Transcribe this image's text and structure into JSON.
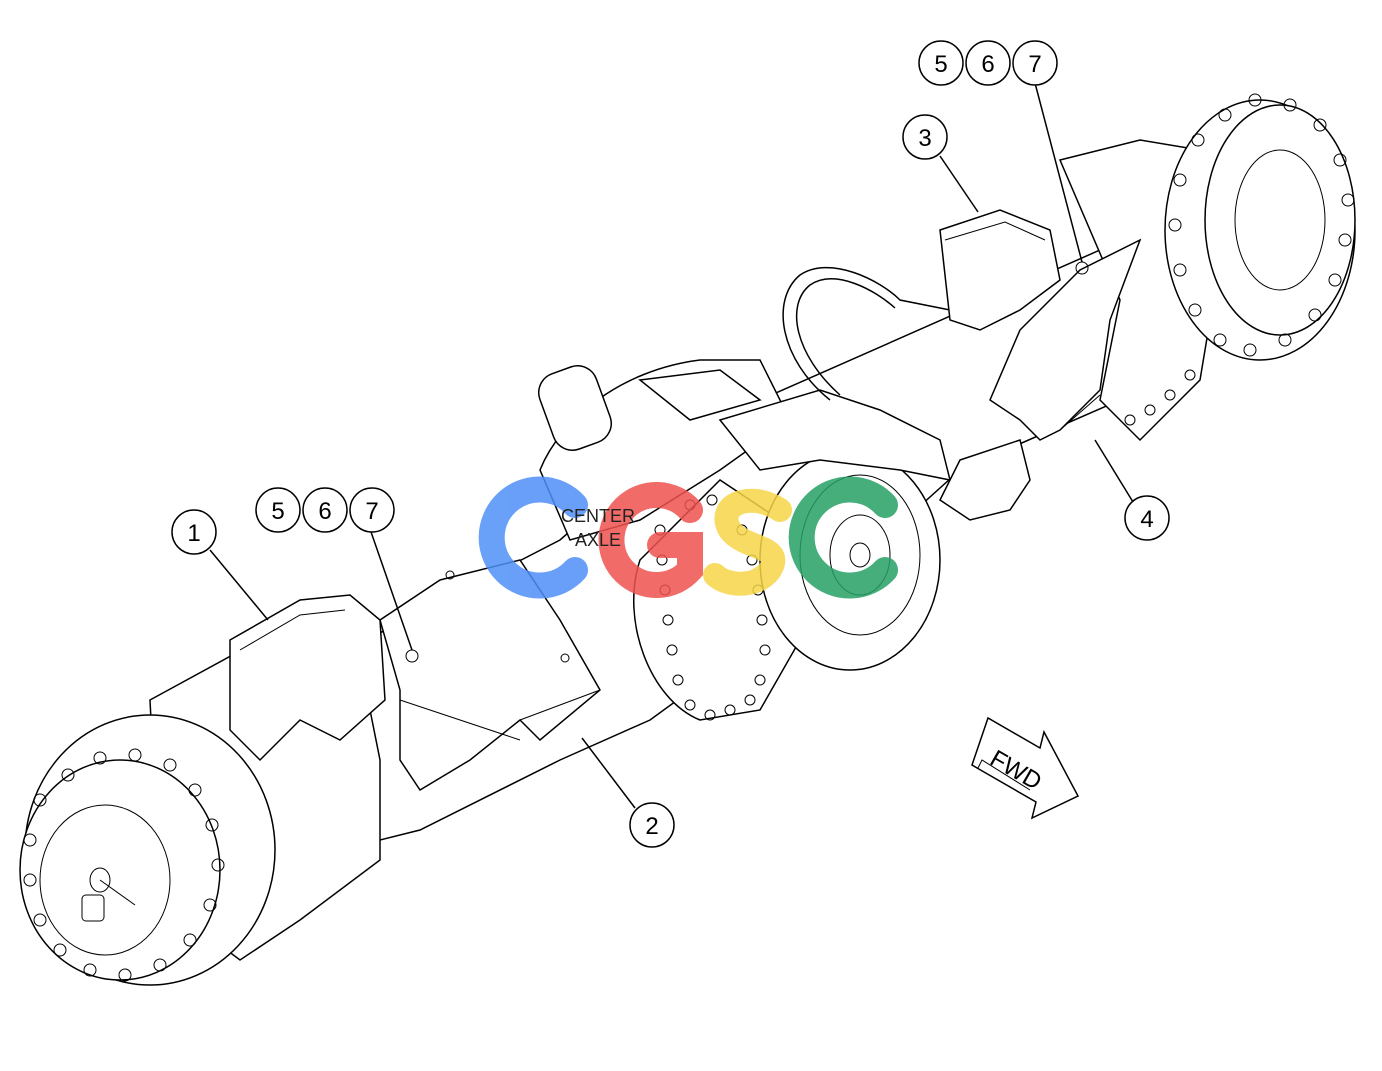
{
  "center_label": [
    "CENTER",
    "AXLE"
  ],
  "fwd_label": "FWD",
  "callouts": {
    "c1": "1",
    "c2": "2",
    "c3": "3",
    "c4": "4",
    "left_group": [
      "5",
      "6",
      "7"
    ],
    "right_group": [
      "5",
      "6",
      "7"
    ]
  },
  "watermark": {
    "text": "CGSC",
    "colors": [
      "#4f8ff7",
      "#ef5350",
      "#f7d548",
      "#26a065"
    ]
  }
}
